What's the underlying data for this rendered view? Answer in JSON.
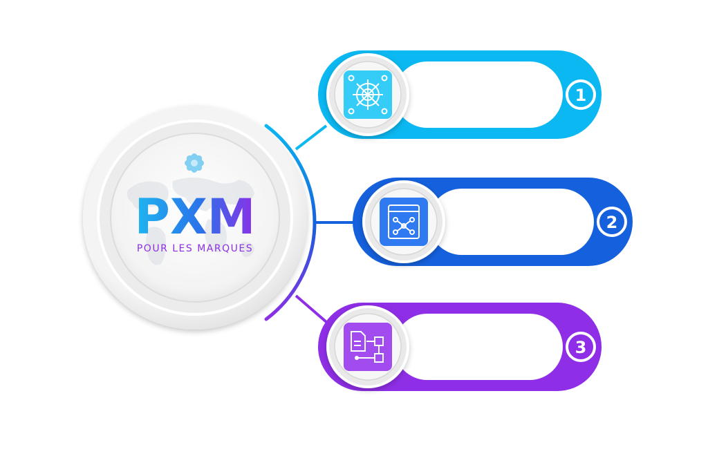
{
  "hub": {
    "title": "PXM",
    "subtitle": "POUR LES MARQUES",
    "logo_icon": "flower-logo-icon",
    "background_icon": "world-map-icon"
  },
  "steps": [
    {
      "number": "1",
      "icon": "network-hub-icon",
      "color": "#0bb8f2",
      "accent": "#35cdf7"
    },
    {
      "number": "2",
      "icon": "diagram-board-icon",
      "color": "#1560dc",
      "accent": "#2f7af0"
    },
    {
      "number": "3",
      "icon": "document-flow-icon",
      "color": "#8e2ee6",
      "accent": "#a24cf0"
    }
  ],
  "colors": {
    "cyan": "#0bb8f2",
    "blue": "#1560dc",
    "purple": "#8e2ee6",
    "hub_text_start": "#1fb6ef",
    "hub_text_end": "#8d2fe6"
  }
}
